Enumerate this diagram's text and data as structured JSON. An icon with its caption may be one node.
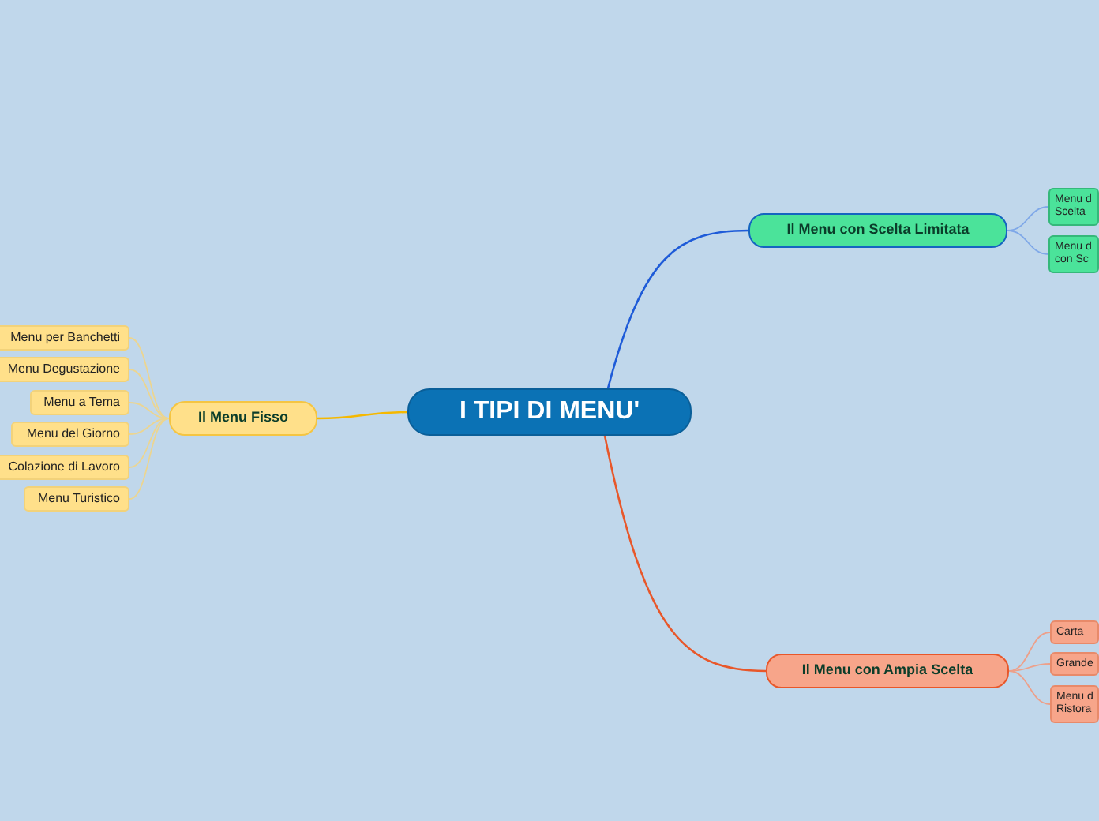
{
  "diagram": {
    "nodes": [
      {
        "text": [
          "I TIPI DI MENU'"
        ]
      },
      {
        "text": [
          "Il Menu con Scelta Limitata"
        ]
      },
      {
        "text": [
          "Menu d Scelta"
        ]
      },
      {
        "text": [
          "Menu d con Sc"
        ]
      },
      {
        "text": [
          "Il Menu con Ampia Scelta"
        ]
      },
      {
        "text": [
          "Carta"
        ]
      },
      {
        "text": [
          "Grande"
        ]
      },
      {
        "text": [
          "Menu d Ristora"
        ]
      },
      {
        "text": [
          "Il Menu Fisso"
        ]
      },
      {
        "text": [
          "Menu per Banchetti"
        ]
      },
      {
        "text": [
          "Menu Degustazione"
        ]
      },
      {
        "text": [
          "Menu a Tema"
        ]
      },
      {
        "text": [
          "Menu del Giorno"
        ]
      },
      {
        "text": [
          "Colazione di Lavoro"
        ]
      },
      {
        "text": [
          "Menu Turistico"
        ]
      }
    ],
    "edges": [
      {
        "from": 0,
        "to": 1,
        "arrow": "none",
        "color": "#1e5bd8"
      },
      {
        "from": 0,
        "to": 4,
        "arrow": "none",
        "color": "#e8572a"
      },
      {
        "from": 0,
        "to": 8,
        "arrow": "none",
        "color": "#f5b800"
      },
      {
        "from": 1,
        "to": 2,
        "arrow": "none",
        "color": "#7fa8e8"
      },
      {
        "from": 1,
        "to": 3,
        "arrow": "none",
        "color": "#7fa8e8"
      },
      {
        "from": 4,
        "to": 5,
        "arrow": "none",
        "color": "#eda08a"
      },
      {
        "from": 4,
        "to": 6,
        "arrow": "none",
        "color": "#eda08a"
      },
      {
        "from": 4,
        "to": 7,
        "arrow": "none",
        "color": "#eda08a"
      },
      {
        "from": 8,
        "to": 9,
        "arrow": "none",
        "color": "#ecd590"
      },
      {
        "from": 8,
        "to": 10,
        "arrow": "none",
        "color": "#ecd590"
      },
      {
        "from": 8,
        "to": 11,
        "arrow": "none",
        "color": "#ecd590"
      },
      {
        "from": 8,
        "to": 12,
        "arrow": "none",
        "color": "#ecd590"
      },
      {
        "from": 8,
        "to": 13,
        "arrow": "none",
        "color": "#ecd590"
      },
      {
        "from": 8,
        "to": 14,
        "arrow": "none",
        "color": "#ecd590"
      }
    ]
  }
}
